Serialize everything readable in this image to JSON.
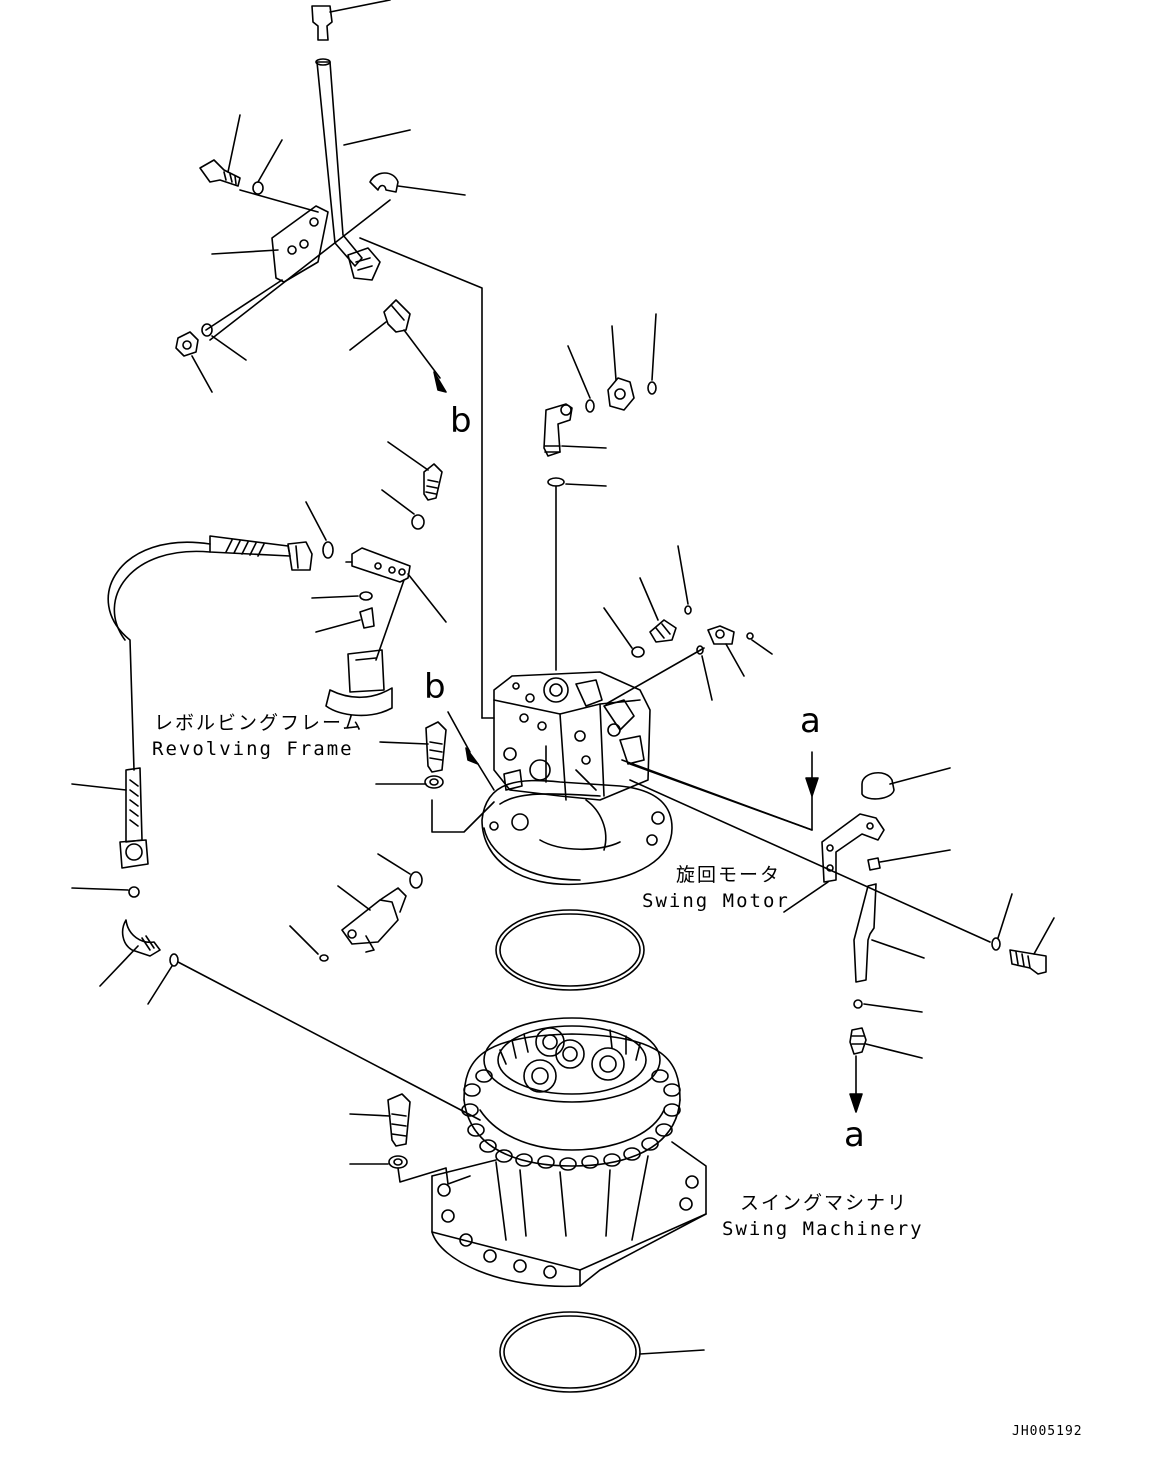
{
  "labels": {
    "revolving_frame_jp": "レボルビングフレーム",
    "revolving_frame_en": "Revolving Frame",
    "swing_motor_jp": "旋回モータ",
    "swing_motor_en": "Swing Motor",
    "swing_machinery_jp": "スイングマシナリ",
    "swing_machinery_en": "Swing Machinery"
  },
  "reference_marks": {
    "b_top": "b",
    "b_mid": "b",
    "a_top": "a",
    "a_bottom": "a"
  },
  "drawing_code": "JH005192",
  "colors": {
    "line": "#000000",
    "background": "#ffffff"
  }
}
